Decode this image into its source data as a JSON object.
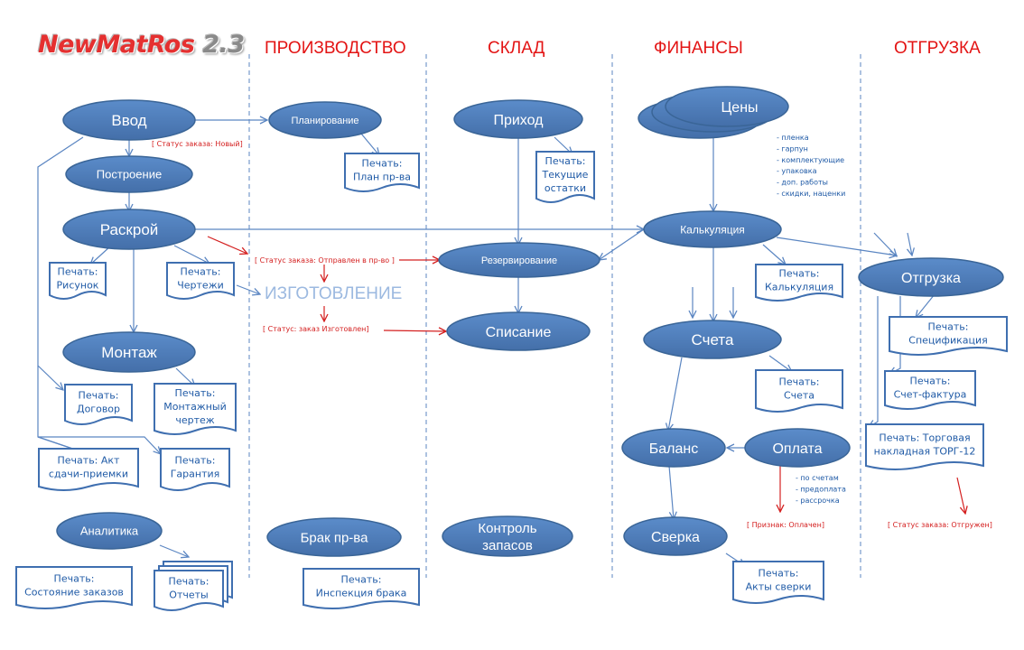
{
  "header": {
    "logo_main": "NewMatRos",
    "logo_version": "2.3",
    "columns": [
      "ПРОИЗВОДСТВО",
      "СКЛАД",
      "ФИНАНСЫ",
      "ОТГРУЗКА"
    ]
  },
  "nodes": {
    "vvod": "Ввод",
    "postroenie": "Построение",
    "raskroy": "Раскрой",
    "montazh": "Монтаж",
    "analitika": "Аналитика",
    "planirovanie": "Планирование",
    "brak": "Брак пр-ва",
    "prihod": "Приход",
    "rezervirovanie": "Резервирование",
    "spisanie": "Списание",
    "kontrol_line1": "Контроль",
    "kontrol_line2": "запасов",
    "ceny": "Цены",
    "kalkulyaciya": "Калькуляция",
    "scheta": "Счета",
    "balans": "Баланс",
    "oplata": "Оплата",
    "sverka": "Сверка",
    "otgruzka": "Отгрузка"
  },
  "docs": {
    "risunok": [
      "Печать:",
      "Рисунок"
    ],
    "chertezhi": [
      "Печать:",
      "Чертежи"
    ],
    "dogovor": [
      "Печать:",
      "Договор"
    ],
    "montazh_chertezh": [
      "Печать:",
      "Монтажный",
      "чертеж"
    ],
    "akt": [
      "Печать:  Акт",
      "сдачи-приемки"
    ],
    "garantiya": [
      "Печать:",
      "Гарантия"
    ],
    "sostoyanie": [
      "Печать:",
      "Состояние заказов"
    ],
    "otchety": [
      "Печать:",
      "Отчеты"
    ],
    "plan": [
      "Печать:",
      "План пр-ва"
    ],
    "inspekciya": [
      "Печать:",
      "Инспекция брака"
    ],
    "ostatki": [
      "Печать:",
      "Текущие",
      "остатки"
    ],
    "kalkulyaciya_doc": [
      "Печать:",
      "Калькуляция"
    ],
    "scheta_doc": [
      "Печать:",
      "Счета"
    ],
    "akty_sverki": [
      "Печать:",
      "Акты сверки"
    ],
    "specifikaciya": [
      "Печать:",
      "Спецификация"
    ],
    "schet_faktura": [
      "Печать:",
      "Счет-фактура"
    ],
    "torg12": [
      "Печать:  Торговая",
      "накладная ТОРГ-12"
    ]
  },
  "statuses": {
    "novyy": "[ Статус заказа: Новый]",
    "otpravlen": "[ Статус заказа: Отправлен в пр-во ]",
    "izgotovlen": "[ Статус: заказ Изготовлен]",
    "oplachen": "[ Признак: Оплачен]",
    "otgruzhen": "[ Статус заказа: Отгружен]"
  },
  "middle_label": "ИЗГОТОВЛЕНИЕ",
  "price_items": [
    "- пленка",
    "- гарпун",
    "- комплектующие",
    "- упаковка",
    "- доп. работы",
    "- скидки, наценки"
  ],
  "payment_items": [
    "- по счетам",
    "- предоплата",
    "- рассрочка"
  ],
  "colors": {
    "node_fill": "#4f80bd",
    "node_stroke": "#3a6597",
    "doc_border": "#3f6fb0",
    "doc_text": "#1f5aa6",
    "status_red": "#d42020",
    "divider": "#5b86c2",
    "arrow": "#5b86c2"
  }
}
